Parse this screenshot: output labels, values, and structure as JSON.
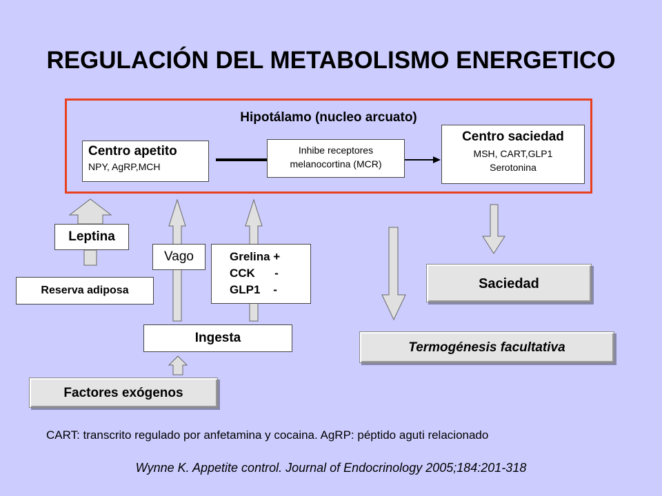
{
  "title": "REGULACIÓN DEL METABOLISMO ENERGETICO",
  "hypothalamus": {
    "title": "Hipotálamo (nucleo arcuato)",
    "appetite_center": {
      "heading": "Centro apetito",
      "substances": "NPY, AgRP,MCH"
    },
    "inhibits": {
      "line1": "Inhibe receptores",
      "line2": "melanocortina (MCR)"
    },
    "satiety_center": {
      "heading": "Centro saciedad",
      "line1": "MSH, CART,GLP1",
      "line2": "Serotonina"
    }
  },
  "signals": {
    "leptina": "Leptina",
    "reserva": "Reserva adiposa",
    "vago": "Vago",
    "grelina": "Grelina +",
    "cck": "CCK      -",
    "glp1": "GLP1    -",
    "ingesta": "Ingesta",
    "factores": "Factores exógenos"
  },
  "outcomes": {
    "saciedad": "Saciedad",
    "termogenesis": "Termogénesis facultativa"
  },
  "footnote": "CART: transcrito regulado por anfetamina y cocaina.  AgRP: péptido aguti relacionado",
  "reference": "Wynne K. Appetite control. Journal of Endocrinology 2005;184:201-318",
  "colors": {
    "background": "#ccccff",
    "frame": "#e8401c",
    "arrow_fill": "#e0e0e0"
  }
}
